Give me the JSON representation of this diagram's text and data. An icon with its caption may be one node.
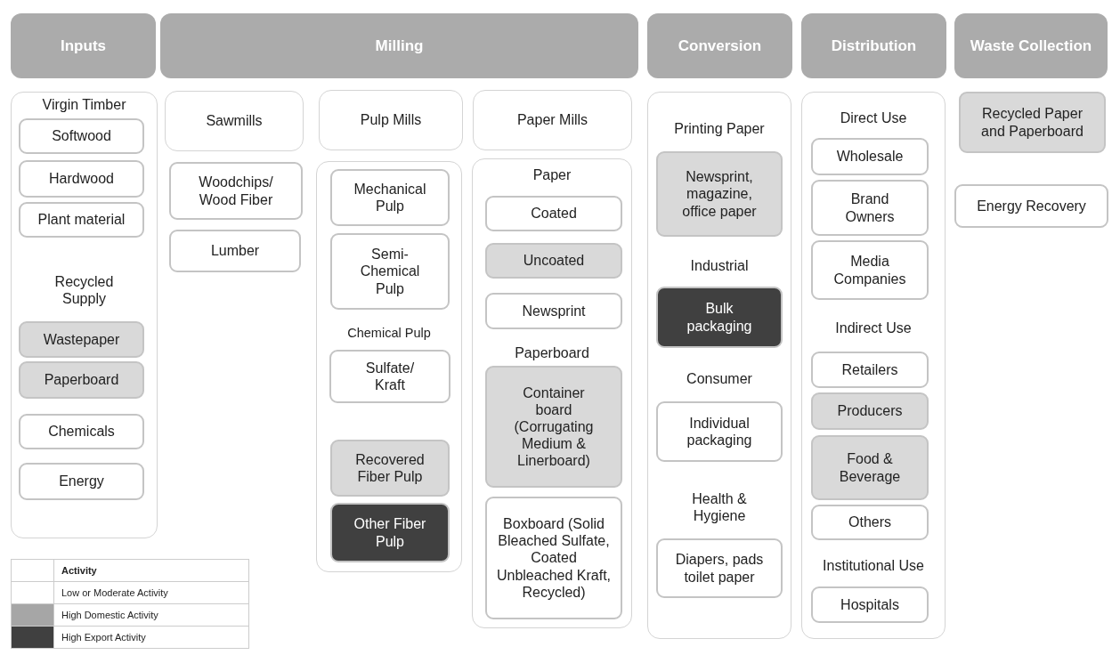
{
  "diagram": {
    "nodes": [
      {
        "text": [
          "Inputs"
        ]
      },
      {
        "text": [
          "Milling"
        ]
      },
      {
        "text": [
          "Conversion"
        ]
      },
      {
        "text": [
          "Distribution"
        ]
      },
      {
        "text": [
          "Waste Collection"
        ]
      },
      {
        "text": [
          "Virgin Timber",
          "Recycled Supply"
        ]
      },
      {
        "text": [
          "Softwood"
        ],
        "in": 5
      },
      {
        "text": [
          "Hardwood"
        ],
        "in": 5
      },
      {
        "text": [
          "Plant material"
        ],
        "in": 5
      },
      {
        "text": [
          "Wastepaper"
        ],
        "in": 5
      },
      {
        "text": [
          "Paperboard"
        ],
        "in": 5
      },
      {
        "text": [
          "Chemicals"
        ],
        "in": 5
      },
      {
        "text": [
          "Energy"
        ],
        "in": 5
      },
      {
        "text": [
          "Sawmills"
        ]
      },
      {
        "text": [
          "Woodchips/ Wood Fiber"
        ]
      },
      {
        "text": [
          "Lumber"
        ]
      },
      {
        "text": [
          "Pulp Mills"
        ]
      },
      {
        "text": [
          "Chemical Pulp"
        ]
      },
      {
        "text": [
          "Mechanical Pulp"
        ],
        "in": 17
      },
      {
        "text": [
          "Semi-Chemical Pulp"
        ],
        "in": 17
      },
      {
        "text": [
          "Sulfate/ Kraft"
        ],
        "in": 17
      },
      {
        "text": [
          "Recovered Fiber Pulp"
        ],
        "in": 17
      },
      {
        "text": [
          "Other Fiber Pulp"
        ],
        "in": 17
      },
      {
        "text": [
          "Paper Mills"
        ]
      },
      {
        "text": [
          "Paper",
          "Paperboard"
        ]
      },
      {
        "text": [
          "Coated"
        ],
        "in": 24
      },
      {
        "text": [
          "Uncoated"
        ],
        "in": 24
      },
      {
        "text": [
          "Newsprint"
        ],
        "in": 24
      },
      {
        "text": [
          "Container board (Corrugating Medium & Linerboard)"
        ],
        "in": 24
      },
      {
        "text": [
          "Boxboard (Solid Bleached Sulfate, Coated Unbleached Kraft, Recycled)"
        ],
        "in": 24
      },
      {
        "text": [
          "Printing Paper",
          "Industrial",
          "Consumer",
          "Health & Hygiene"
        ]
      },
      {
        "text": [
          "Newsprint, magazine, office paper"
        ],
        "in": 30
      },
      {
        "text": [
          "Bulk packaging"
        ],
        "in": 30
      },
      {
        "text": [
          "Individual packaging"
        ],
        "in": 30
      },
      {
        "text": [
          "Diapers, pads toilet paper"
        ],
        "in": 30
      },
      {
        "text": [
          "Direct Use",
          "Indirect Use",
          "Institutional Use"
        ]
      },
      {
        "text": [
          "Wholesale"
        ],
        "in": 35
      },
      {
        "text": [
          "Brand Owners"
        ],
        "in": 35
      },
      {
        "text": [
          "Media Companies"
        ],
        "in": 35
      },
      {
        "text": [
          "Retailers"
        ],
        "in": 35
      },
      {
        "text": [
          "Producers"
        ],
        "in": 35
      },
      {
        "text": [
          "Food & Beverage"
        ],
        "in": 35
      },
      {
        "text": [
          "Others"
        ],
        "in": 35
      },
      {
        "text": [
          "Hospitals"
        ],
        "in": 35
      },
      {
        "text": [
          "Recycled Paper and Paperboard"
        ]
      },
      {
        "text": [
          "Energy Recovery"
        ]
      }
    ],
    "legend": [
      {
        "text": "Activity"
      },
      {
        "text": "Low or Moderate Activity",
        "color": "#ffffff"
      },
      {
        "text": "High Domestic Activity",
        "color": "#a6a6a6"
      },
      {
        "text": "High Export Activity",
        "color": "#404040"
      }
    ]
  }
}
